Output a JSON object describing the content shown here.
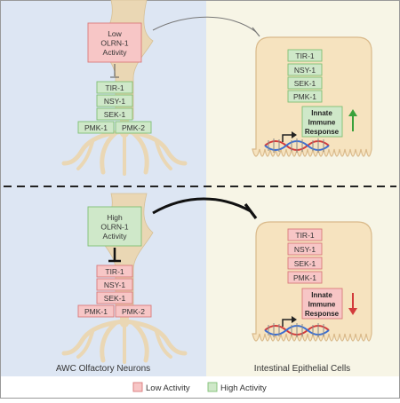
{
  "top": {
    "neuron_state": "Low\nOLRN-1\nActivity",
    "neuron_kinases": [
      "TIR-1",
      "NSY-1",
      "SEK-1"
    ],
    "neuron_kinase_pair": [
      "PMK-1",
      "PMK-2"
    ],
    "cell_kinases": [
      "TIR-1",
      "NSY-1",
      "SEK-1",
      "PMK-1"
    ],
    "cell_response": "Innate\nImmune\nResponse"
  },
  "bottom": {
    "neuron_state": "High\nOLRN-1\nActivity",
    "neuron_kinases": [
      "TIR-1",
      "NSY-1",
      "SEK-1"
    ],
    "neuron_kinase_pair": [
      "PMK-1",
      "PMK-2"
    ],
    "cell_kinases": [
      "TIR-1",
      "NSY-1",
      "SEK-1",
      "PMK-1"
    ],
    "cell_response": "Innate\nImmune\nResponse"
  },
  "captions": {
    "left": "AWC Olfactory Neurons",
    "right": "Intestinal Epithelial Cells"
  },
  "legend": {
    "low": "Low Activity",
    "high": "High Activity"
  },
  "colors": {
    "left_panel": "#dde6f3",
    "right_panel": "#f7f5e6",
    "low_activity": "#f7c6c6",
    "high_activity": "#cfe8c9",
    "up_arrow": "#3aa13a",
    "down_arrow": "#d23b3b"
  }
}
